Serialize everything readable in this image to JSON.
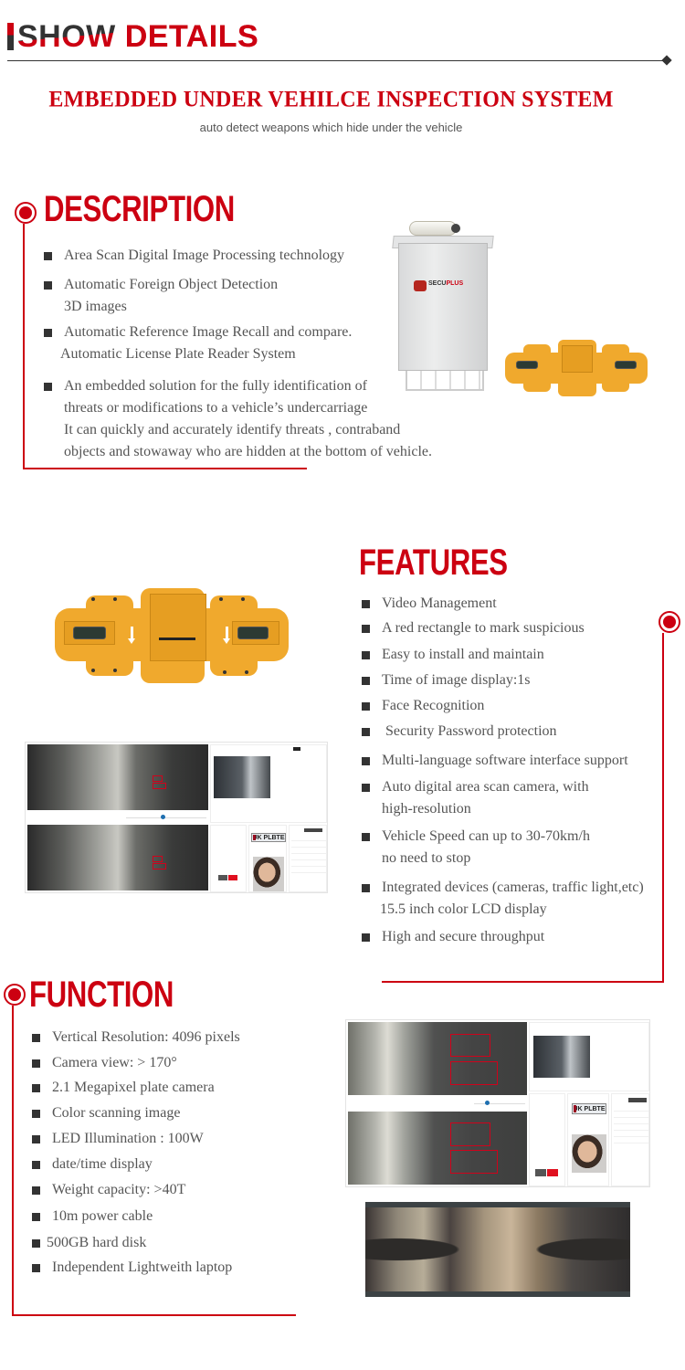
{
  "header": {
    "title_prefix": "SHOW",
    "title_suffix": "DETAILS"
  },
  "hero": {
    "title": "EMBEDDED UNDER VEHILCE INSPECTION SYSTEM",
    "subtitle": "auto detect weapons which hide under the vehicle"
  },
  "description": {
    "heading": "DESCRIPTION",
    "items": [
      {
        "lines": [
          "Area Scan Digital Image Processing technology"
        ]
      },
      {
        "lines": [
          "Automatic Foreign Object Detection",
          "3D images"
        ]
      },
      {
        "lines": [
          "Automatic Reference Image Recall and compare.",
          "Automatic License Plate Reader System"
        ]
      },
      {
        "lines": [
          "An embedded solution for the fully identification of",
          "threats or modifications to a vehicle’s undercarriage",
          "It can quickly and accurately identify threats , contraband",
          "objects and stowaway who are hidden at the bottom of vehicle."
        ]
      }
    ],
    "product_logo": {
      "brand_a": "SECU",
      "brand_b": "PLUS"
    }
  },
  "features": {
    "heading": "FEATURES",
    "items": [
      {
        "lines": [
          "Video Management"
        ]
      },
      {
        "lines": [
          "A red rectangle to mark suspicious"
        ]
      },
      {
        "lines": [
          "Easy to install and maintain"
        ]
      },
      {
        "lines": [
          "Time of image display:1s"
        ]
      },
      {
        "lines": [
          "Face Recognition"
        ]
      },
      {
        "lines": [
          " Security Password protection"
        ]
      },
      {
        "lines": [
          "Multi-language software interface support"
        ]
      },
      {
        "lines": [
          "Auto digital area scan camera, with",
          "high-resolution"
        ]
      },
      {
        "lines": [
          "Vehicle Speed can up to 30-70km/h",
          "no need to stop"
        ]
      },
      {
        "lines": [
          "Integrated devices (cameras, traffic light,etc)",
          "15.5 inch color LCD display"
        ]
      },
      {
        "lines": [
          "High and secure throughput"
        ]
      }
    ],
    "software_screenshot": {
      "plate_text": "UK PLBTE"
    }
  },
  "function": {
    "heading": "FUNCTION",
    "items": [
      {
        "lines": [
          "Vertical Resolution: 4096 pixels"
        ]
      },
      {
        "lines": [
          "Camera view: > 170°"
        ]
      },
      {
        "lines": [
          "2.1 Megapixel plate camera"
        ]
      },
      {
        "lines": [
          "Color scanning image"
        ]
      },
      {
        "lines": [
          "LED Illumination : 100W"
        ]
      },
      {
        "lines": [
          "date/time display"
        ]
      },
      {
        "lines": [
          "Weight capacity: >40T"
        ]
      },
      {
        "lines": [
          "10m power cable"
        ]
      },
      {
        "lines": [
          "500GB hard disk"
        ]
      },
      {
        "lines": [
          "Independent Lightweith laptop"
        ]
      }
    ],
    "software_screenshot": {
      "plate_text": "UK PLBTE"
    }
  },
  "colors": {
    "accent_red": "#cc0011",
    "text_gray": "#555555",
    "bullet_dark": "#333333",
    "plate_orange": "#f0a92d"
  }
}
